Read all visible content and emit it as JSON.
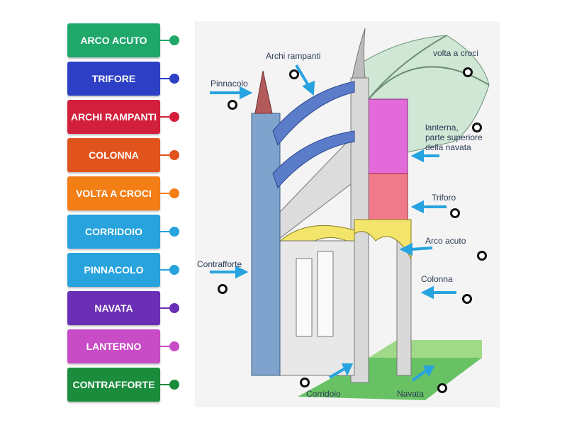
{
  "labels": [
    {
      "text": "ARCO ACUTO",
      "color": "#20a86b"
    },
    {
      "text": "TRIFORE",
      "color": "#2d3fc4"
    },
    {
      "text": "ARCHI RAMPANTI",
      "color": "#d11f3c"
    },
    {
      "text": "COLONNA",
      "color": "#e1531c"
    },
    {
      "text": "VOLTA A CROCI",
      "color": "#f47e16"
    },
    {
      "text": "CORRIDOIO",
      "color": "#28a3de"
    },
    {
      "text": "PINNACOLO",
      "color": "#28a3de"
    },
    {
      "text": "NAVATA",
      "color": "#6a2fb5"
    },
    {
      "text": "LANTERNO",
      "color": "#c84cc6"
    },
    {
      "text": "CONTRAFFORTE",
      "color": "#1b8c3c"
    }
  ],
  "diagram": {
    "archi_rampanti": "Archi rampanti",
    "volta_a_croci": "volta a croci",
    "pinnacolo": "Pinnacolo",
    "lanterna_1": "lanterna,",
    "lanterna_2": "parte superiore",
    "lanterna_3": "della navata",
    "triforo": "Triforo",
    "arco_acuto": "Arco acuto",
    "contrafforte": "Contrafforte",
    "colonna": "Colonna",
    "corridoio": "Corridoio",
    "navata": "Navata"
  }
}
